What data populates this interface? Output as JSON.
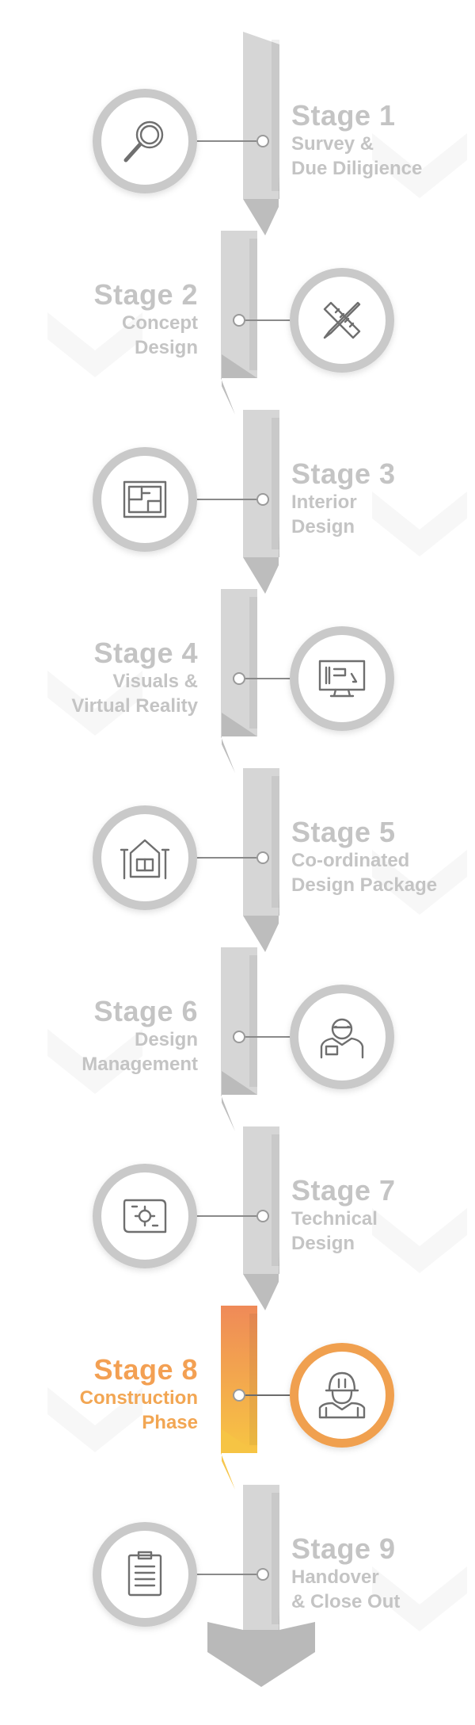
{
  "stages": [
    {
      "title": "Stage 1",
      "desc": [
        "Survey &",
        "Due Diligience"
      ],
      "icon": "magnifier-icon",
      "active": false
    },
    {
      "title": "Stage 2",
      "desc": [
        "Concept",
        "Design"
      ],
      "icon": "pencil-ruler-icon",
      "active": false
    },
    {
      "title": "Stage 3",
      "desc": [
        "Interior",
        "Design"
      ],
      "icon": "floor-plan-icon",
      "active": false
    },
    {
      "title": "Stage 4",
      "desc": [
        "Visuals &",
        "Virtual Reality"
      ],
      "icon": "monitor-design-icon",
      "active": false
    },
    {
      "title": "Stage 5",
      "desc": [
        "Co-ordinated",
        "Design Package"
      ],
      "icon": "building-elevation-icon",
      "active": false
    },
    {
      "title": "Stage 6",
      "desc": [
        "Design",
        "Management"
      ],
      "icon": "manager-icon",
      "active": false
    },
    {
      "title": "Stage 7",
      "desc": [
        "Technical",
        "Design"
      ],
      "icon": "blueprint-icon",
      "active": false
    },
    {
      "title": "Stage 8",
      "desc": [
        "Construction",
        "Phase"
      ],
      "icon": "construction-worker-icon",
      "active": true
    },
    {
      "title": "Stage 9",
      "desc": [
        "Handover",
        "& Close Out"
      ],
      "icon": "clipboard-icon",
      "active": false
    }
  ],
  "colors": {
    "spine_light": "#d6d6d6",
    "spine_dark": "#b9b9b9",
    "text": "#c4c4c4",
    "active_orange": "#f0a050",
    "active_yellow": "#f6c445",
    "ring": "#c9c9c9",
    "ring_active": "#f0a050"
  }
}
